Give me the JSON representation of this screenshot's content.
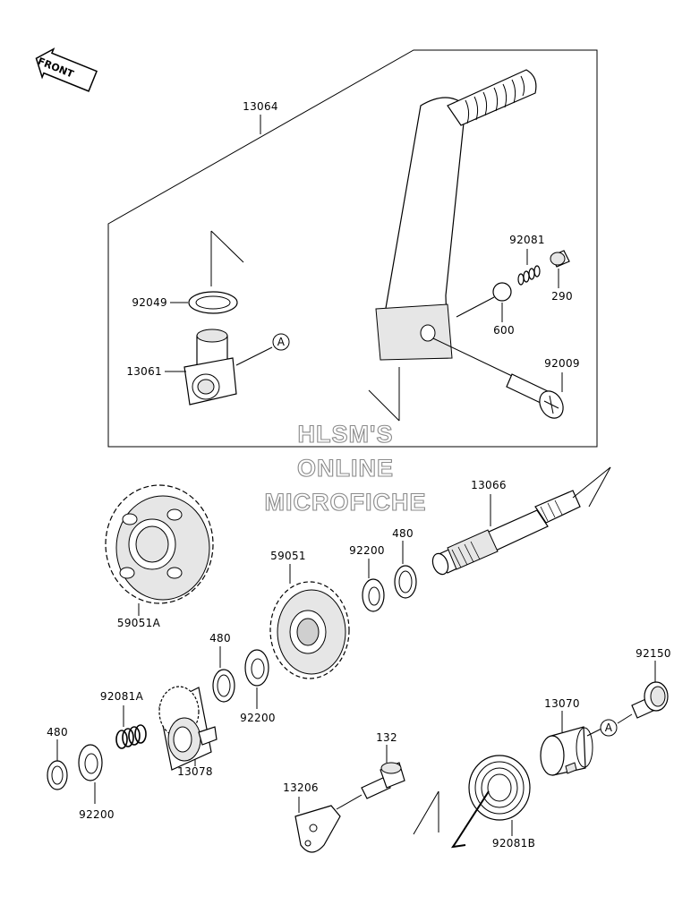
{
  "front_badge": "FRONT",
  "watermark": {
    "line1": "HLSM'S",
    "line2": "ONLINE",
    "line3": "MICROFICHE"
  },
  "callouts": {
    "ref_a_top": "A",
    "ref_a_bottom": "A"
  },
  "parts": {
    "kick_pedal_assy": "13064",
    "oil_seal": "92049",
    "kick_pedal_boss": "13061",
    "spring_small": "92081",
    "ball": "600",
    "plug": "290",
    "bolt_pedal": "92009",
    "kick_shaft": "13066",
    "gear_large": "59051A",
    "gear_kick": "59051",
    "washer_upper": "92200",
    "circlip_upper": "480",
    "circlip_mid": "480",
    "washer_mid": "92200",
    "spring_ratchet": "92081A",
    "ratchet": "13078",
    "circlip_low": "480",
    "washer_low": "92200",
    "bolt_guide": "132",
    "guide_plate": "13206",
    "spring_return": "92081B",
    "collar": "13070",
    "bolt_collar": "92150"
  }
}
